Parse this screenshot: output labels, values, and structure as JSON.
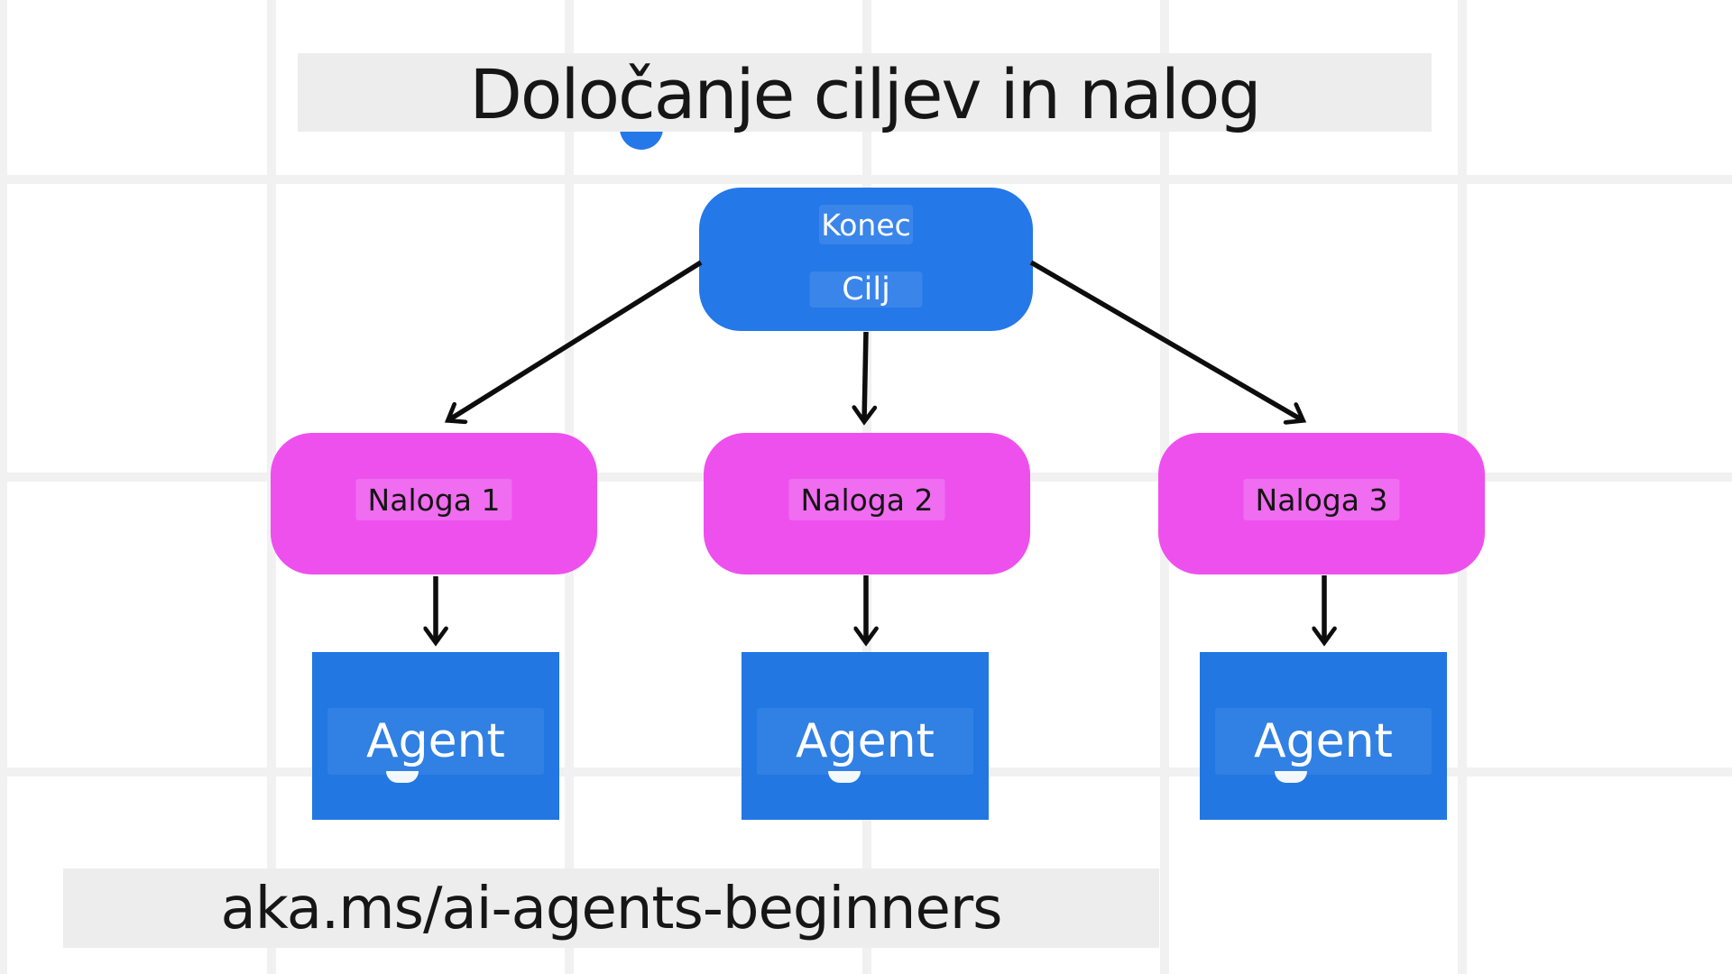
{
  "title": "Določanje ciljev in nalog",
  "footer": "aka.ms/ai-agents-beginners",
  "goal_node": {
    "top_label": "Konec",
    "bottom_label": "Cilj"
  },
  "task_nodes": [
    {
      "label": "Naloga 1"
    },
    {
      "label": "Naloga 2"
    },
    {
      "label": "Naloga 3"
    }
  ],
  "agent_nodes": [
    {
      "label": "Agent"
    },
    {
      "label": "Agent"
    },
    {
      "label": "Agent"
    }
  ],
  "colors": {
    "goal_blue": "#2478e8",
    "agent_blue": "#2277e2",
    "task_magenta": "#ee50ee",
    "band_gray": "#ededed",
    "grid_gray": "#f1f1f1",
    "arrow_black": "#0d0d0d"
  }
}
